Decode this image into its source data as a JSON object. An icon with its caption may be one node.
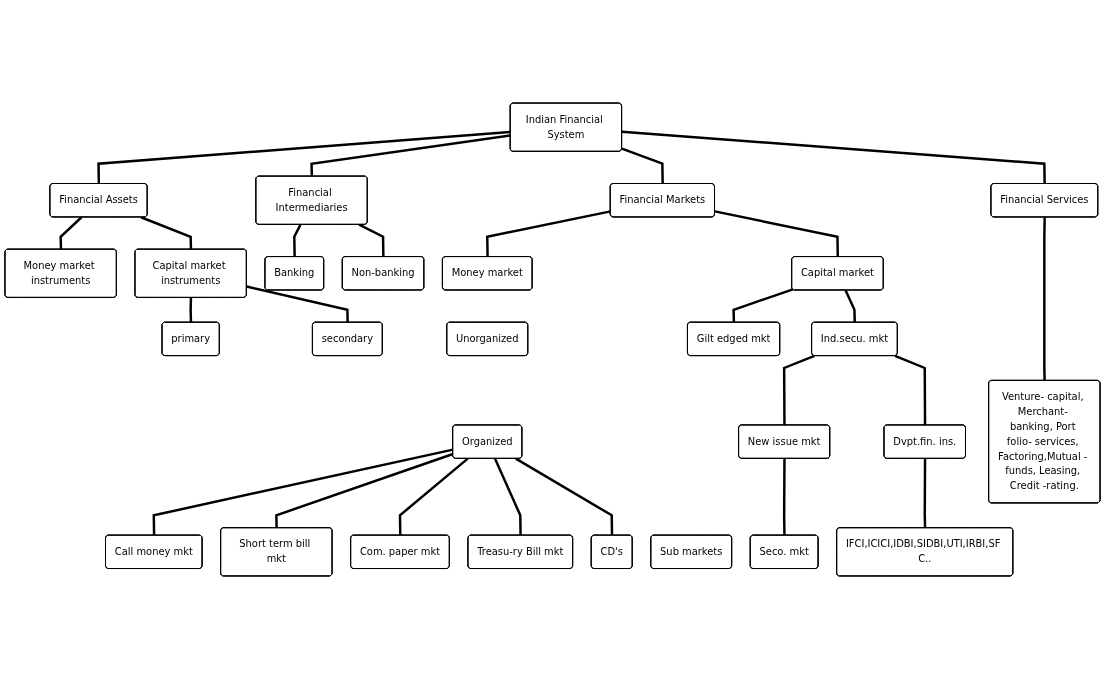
{
  "diagram": {
    "nodes": [
      {
        "text": [
          "Indian Financial System"
        ]
      },
      {
        "text": [
          "Financial Assets"
        ]
      },
      {
        "text": [
          "Financial Intermediaries"
        ]
      },
      {
        "text": [
          "Financial Markets"
        ]
      },
      {
        "text": [
          "Financial Services"
        ]
      },
      {
        "text": [
          "Money market instruments"
        ]
      },
      {
        "text": [
          "Capital market instruments"
        ]
      },
      {
        "text": [
          "Banking"
        ]
      },
      {
        "text": [
          "primary"
        ]
      },
      {
        "text": [
          "secondary"
        ]
      },
      {
        "text": [
          "Non-banking"
        ]
      },
      {
        "text": [
          "Money market"
        ]
      },
      {
        "text": [
          "Capital market"
        ]
      },
      {
        "text": [
          "Gilt edged mkt"
        ]
      },
      {
        "text": [
          "Venture- capital, Merchant- banking, Port folio- services, Factoring,Mutual - funds, Leasing, Credit -rating."
        ]
      },
      {
        "text": [
          "Unorganized"
        ]
      },
      {
        "text": [
          "Ind.secu. mkt"
        ]
      },
      {
        "text": [
          "New issue mkt"
        ]
      },
      {
        "text": [
          "Organized"
        ]
      },
      {
        "text": [
          "Dvpt.fin. ins."
        ]
      },
      {
        "text": [
          "Sub markets"
        ]
      },
      {
        "text": [
          "Call money mkt"
        ]
      },
      {
        "text": [
          "Short term bill mkt"
        ]
      },
      {
        "text": [
          "Com. paper mkt"
        ]
      },
      {
        "text": [
          "Treasu-ry Bill mkt"
        ]
      },
      {
        "text": [
          "CD's"
        ]
      },
      {
        "text": [
          "Seco. mkt"
        ]
      },
      {
        "text": [
          "IFCI,ICICI,IDBI,SIDBI,UTI,IRBI,SF C.."
        ]
      }
    ],
    "edges": [
      {
        "from": 0,
        "to": 1,
        "arrow": "none"
      },
      {
        "from": 0,
        "to": 2,
        "arrow": "none"
      },
      {
        "from": 0,
        "to": 3,
        "arrow": "none"
      },
      {
        "from": 0,
        "to": 4,
        "arrow": "none"
      },
      {
        "from": 1,
        "to": 5,
        "arrow": "none"
      },
      {
        "from": 1,
        "to": 6,
        "arrow": "none"
      },
      {
        "from": 2,
        "to": 7,
        "arrow": "none"
      },
      {
        "from": 2,
        "to": 10,
        "arrow": "none"
      },
      {
        "from": 6,
        "to": 8,
        "arrow": "none"
      },
      {
        "from": 6,
        "to": 9,
        "arrow": "none"
      },
      {
        "from": 3,
        "to": 11,
        "arrow": "none"
      },
      {
        "from": 3,
        "to": 12,
        "arrow": "none"
      },
      {
        "from": 12,
        "to": 13,
        "arrow": "none"
      },
      {
        "from": 12,
        "to": 16,
        "arrow": "none"
      },
      {
        "from": 4,
        "to": 14,
        "arrow": "none"
      },
      {
        "from": 16,
        "to": 17,
        "arrow": "none"
      },
      {
        "from": 16,
        "to": 19,
        "arrow": "none"
      },
      {
        "from": 17,
        "to": 26,
        "arrow": "none"
      },
      {
        "from": 19,
        "to": 27,
        "arrow": "none"
      },
      {
        "from": 18,
        "to": 21,
        "arrow": "none"
      },
      {
        "from": 18,
        "to": 22,
        "arrow": "none"
      },
      {
        "from": 18,
        "to": 23,
        "arrow": "none"
      },
      {
        "from": 18,
        "to": 24,
        "arrow": "none"
      },
      {
        "from": 18,
        "to": 25,
        "arrow": "none"
      }
    ]
  }
}
